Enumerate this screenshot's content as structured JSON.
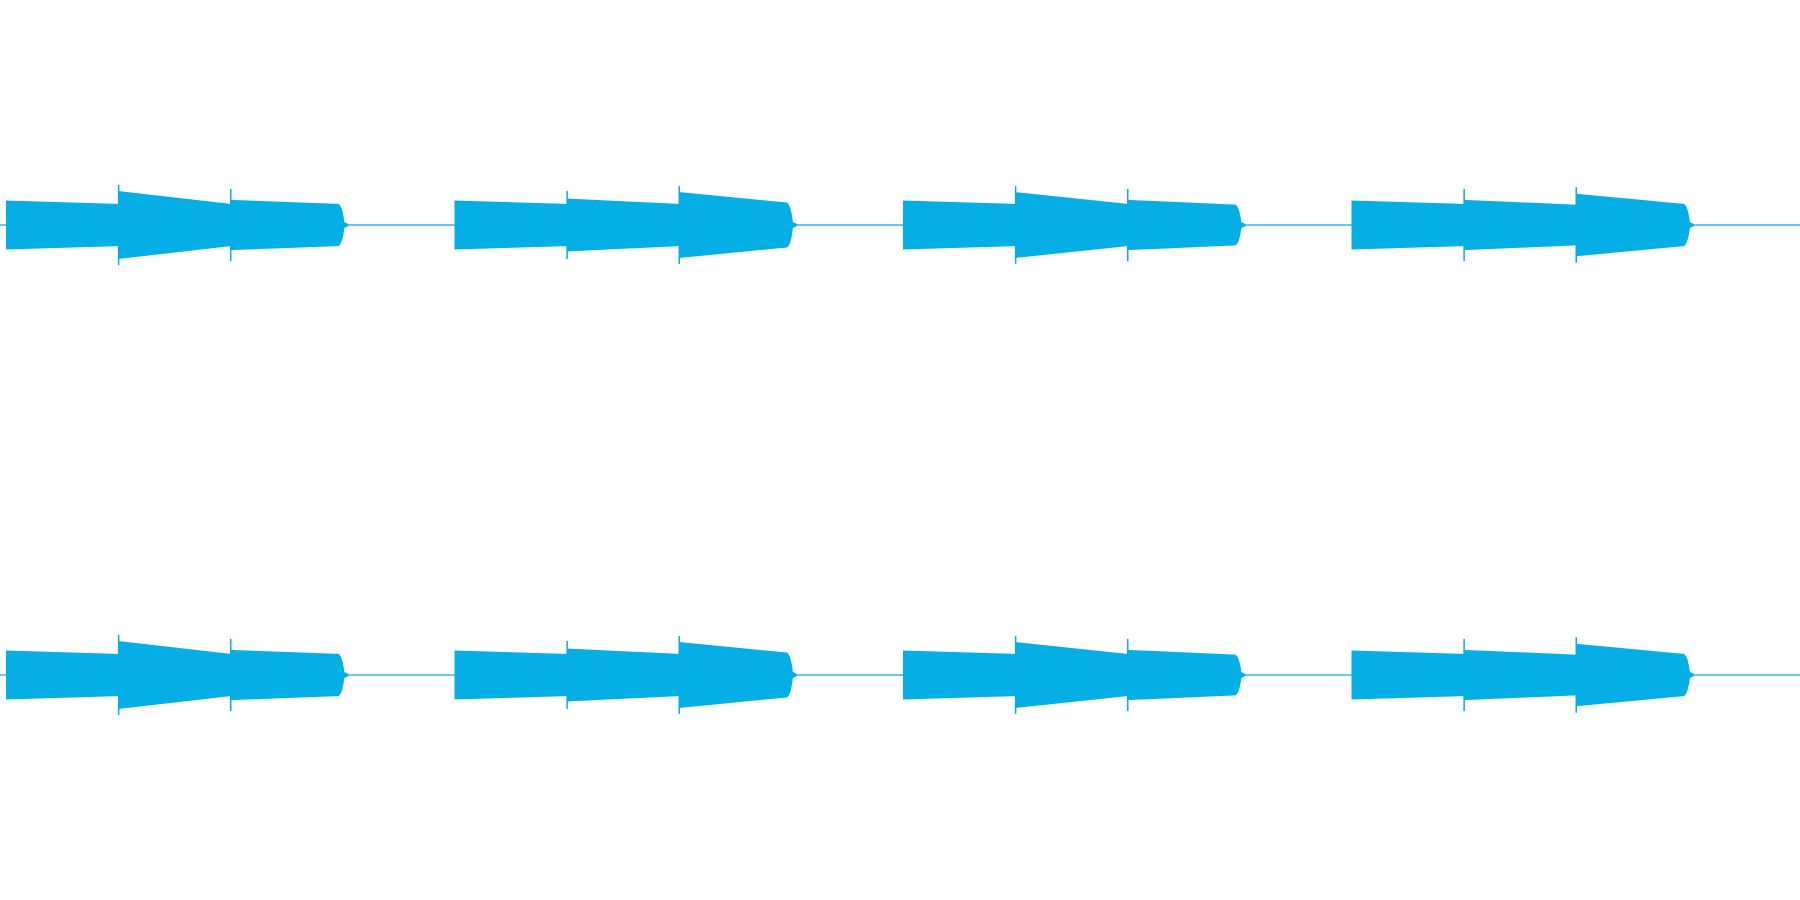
{
  "waveform": {
    "color": "#06aee6",
    "background": "#ffffff",
    "channels": [
      {
        "name": "",
        "bursts": [
          {
            "segments": [
              {
                "start": 0.0,
                "end": 0.0625,
                "peak_start": 0.72,
                "peak_end": 0.62
              },
              {
                "start": 0.0625,
                "end": 0.125,
                "peak_start": 1.0,
                "peak_end": 0.62,
                "spike": 1.0
              },
              {
                "start": 0.125,
                "end": 0.1875,
                "peak_start": 0.74,
                "peak_end": 0.62,
                "spike": 0.9
              }
            ]
          },
          {
            "segments": [
              {
                "start": 0.25,
                "end": 0.3125,
                "peak_start": 0.72,
                "peak_end": 0.62
              },
              {
                "start": 0.3125,
                "end": 0.375,
                "peak_start": 0.78,
                "peak_end": 0.62,
                "spike": 0.85
              },
              {
                "start": 0.375,
                "end": 0.4375,
                "peak_start": 0.97,
                "peak_end": 0.66,
                "spike": 0.97
              }
            ]
          },
          {
            "segments": [
              {
                "start": 0.5,
                "end": 0.5625,
                "peak_start": 0.72,
                "peak_end": 0.62
              },
              {
                "start": 0.5625,
                "end": 0.625,
                "peak_start": 0.97,
                "peak_end": 0.62,
                "spike": 0.97
              },
              {
                "start": 0.625,
                "end": 0.6875,
                "peak_start": 0.74,
                "peak_end": 0.6,
                "spike": 0.9
              }
            ]
          },
          {
            "segments": [
              {
                "start": 0.75,
                "end": 0.8125,
                "peak_start": 0.72,
                "peak_end": 0.62
              },
              {
                "start": 0.8125,
                "end": 0.875,
                "peak_start": 0.74,
                "peak_end": 0.6,
                "spike": 0.9
              },
              {
                "start": 0.875,
                "end": 0.9375,
                "peak_start": 0.92,
                "peak_end": 0.62,
                "spike": 0.94
              }
            ]
          }
        ]
      },
      {
        "name": "",
        "bursts": [
          {
            "segments": [
              {
                "start": 0.0,
                "end": 0.0625,
                "peak_start": 0.72,
                "peak_end": 0.62
              },
              {
                "start": 0.0625,
                "end": 0.125,
                "peak_start": 1.0,
                "peak_end": 0.62,
                "spike": 1.0
              },
              {
                "start": 0.125,
                "end": 0.1875,
                "peak_start": 0.74,
                "peak_end": 0.62,
                "spike": 0.9
              }
            ]
          },
          {
            "segments": [
              {
                "start": 0.25,
                "end": 0.3125,
                "peak_start": 0.72,
                "peak_end": 0.62
              },
              {
                "start": 0.3125,
                "end": 0.375,
                "peak_start": 0.78,
                "peak_end": 0.62,
                "spike": 0.85
              },
              {
                "start": 0.375,
                "end": 0.4375,
                "peak_start": 0.97,
                "peak_end": 0.66,
                "spike": 0.97
              }
            ]
          },
          {
            "segments": [
              {
                "start": 0.5,
                "end": 0.5625,
                "peak_start": 0.72,
                "peak_end": 0.62
              },
              {
                "start": 0.5625,
                "end": 0.625,
                "peak_start": 0.97,
                "peak_end": 0.62,
                "spike": 0.97
              },
              {
                "start": 0.625,
                "end": 0.6875,
                "peak_start": 0.74,
                "peak_end": 0.6,
                "spike": 0.9
              }
            ]
          },
          {
            "segments": [
              {
                "start": 0.75,
                "end": 0.8125,
                "peak_start": 0.72,
                "peak_end": 0.62
              },
              {
                "start": 0.8125,
                "end": 0.875,
                "peak_start": 0.74,
                "peak_end": 0.6,
                "spike": 0.9
              },
              {
                "start": 0.875,
                "end": 0.9375,
                "peak_start": 0.92,
                "peak_end": 0.62,
                "spike": 0.94
              }
            ]
          }
        ]
      }
    ]
  }
}
